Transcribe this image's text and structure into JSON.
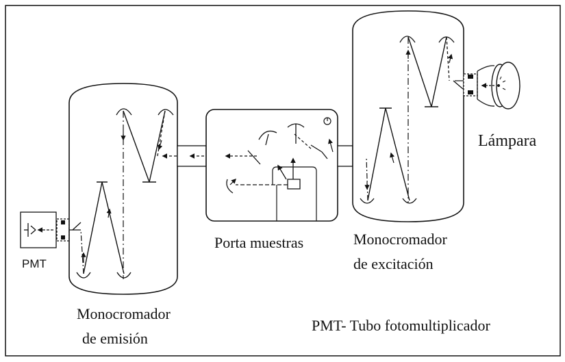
{
  "labels": {
    "pmt": "PMT",
    "emission_line1": "Monocromador",
    "emission_line2": "de emisión",
    "sample_holder": "Porta muestras",
    "excitation_line1": "Monocromador",
    "excitation_line2": "de excitación",
    "lamp": "Lámpara",
    "legend": "PMT- Tubo fotomultiplicador"
  }
}
